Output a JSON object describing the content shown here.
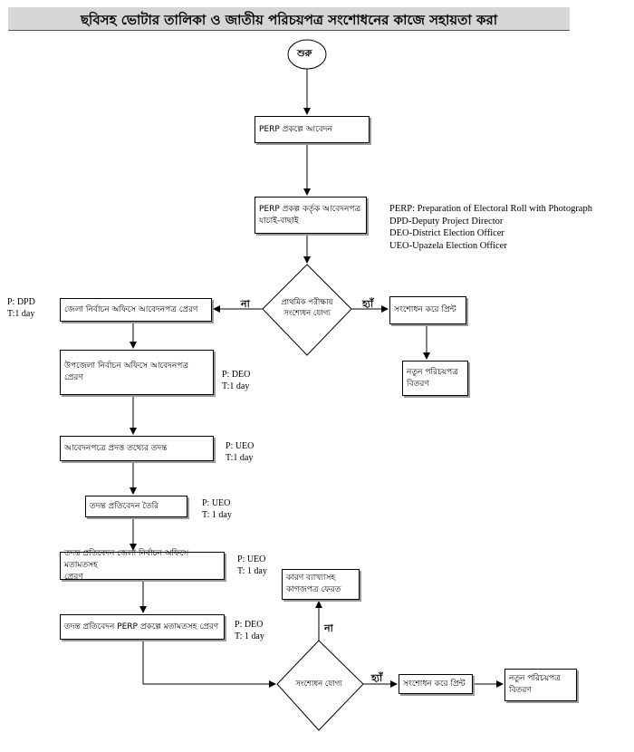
{
  "title": "ছবিসহ ভোটার তালিকা ও জাতীয় পরিচয়পত্র সংশোধনের কাজে সহায়তা করা",
  "start": "শুরু",
  "boxes": {
    "apply": "PERP প্রকল্পে আবেদন",
    "verify_l1": "PERP প্রকল্প কর্তৃক আবেদনপত্র",
    "verify_l2": "যাচাই-বাছাই",
    "send_district": "জেলা নির্বাচন অফিসে আবেদনপত্র প্রেরণ",
    "correct_print_1": "সংশোধন করে প্রিন্ট",
    "new_card_1_l1": "নতুন পরিচয়পত্র",
    "new_card_1_l2": "বিতরণ",
    "send_upazila": "উপজেলা নির্বাচন অফিসে আবেদনপত্র প্রেরণ",
    "investigate": "আবেদনপত্রে প্রদত্ত তথ্যের তদন্ত",
    "report": "তদন্ত প্রতিবেদন তৈরি",
    "report_to_district_l1": "তদন্ত প্রতিবেদন জেলা নির্বাচন অফিসে মতামতসহ",
    "report_to_district_l2": "প্রেরণ",
    "report_to_perp": "তদন্ত প্রতিবেদন PERP প্রকল্পে মতামতসহ প্রেরণ",
    "return_l1": "কারণ ব্যাখ্যাসহ",
    "return_l2": "কাগজপত্র ফেরত",
    "correct_print_2": "সংশোধন করে প্রিন্ট",
    "new_card_2_l1": "নতুন পরিচয়পত্র",
    "new_card_2_l2": "বিতরণ"
  },
  "decisions": {
    "d1_l1": "প্রাথমিক পরীক্ষায়",
    "d1_l2": "সংশোধন যোগ্য",
    "d2": "সংশোধন যোগ্য"
  },
  "edge_labels": {
    "no1": "না",
    "yes1": "হ্যাঁ",
    "no2": "না",
    "yes2": "হ্যাঁ"
  },
  "notes": {
    "n1_p": "P: DPD",
    "n1_t": "T:1 day",
    "n2_p": "P: DEO",
    "n2_t": "T:1 day",
    "n3_p": "P: UEO",
    "n3_t": "T:1 day",
    "n4_p": "P: UEO",
    "n4_t": "T: 1 day",
    "n5_p": "P: UEO",
    "n5_t": "T: 1 day",
    "n6_p": "P: DEO",
    "n6_t": "T: 1 day"
  },
  "legend": [
    "PERP: Preparation of Electoral Roll with Photograph",
    "DPD-Deputy Project Director",
    "DEO-District Election Officer",
    "UEO-Upazela Election Officer"
  ]
}
